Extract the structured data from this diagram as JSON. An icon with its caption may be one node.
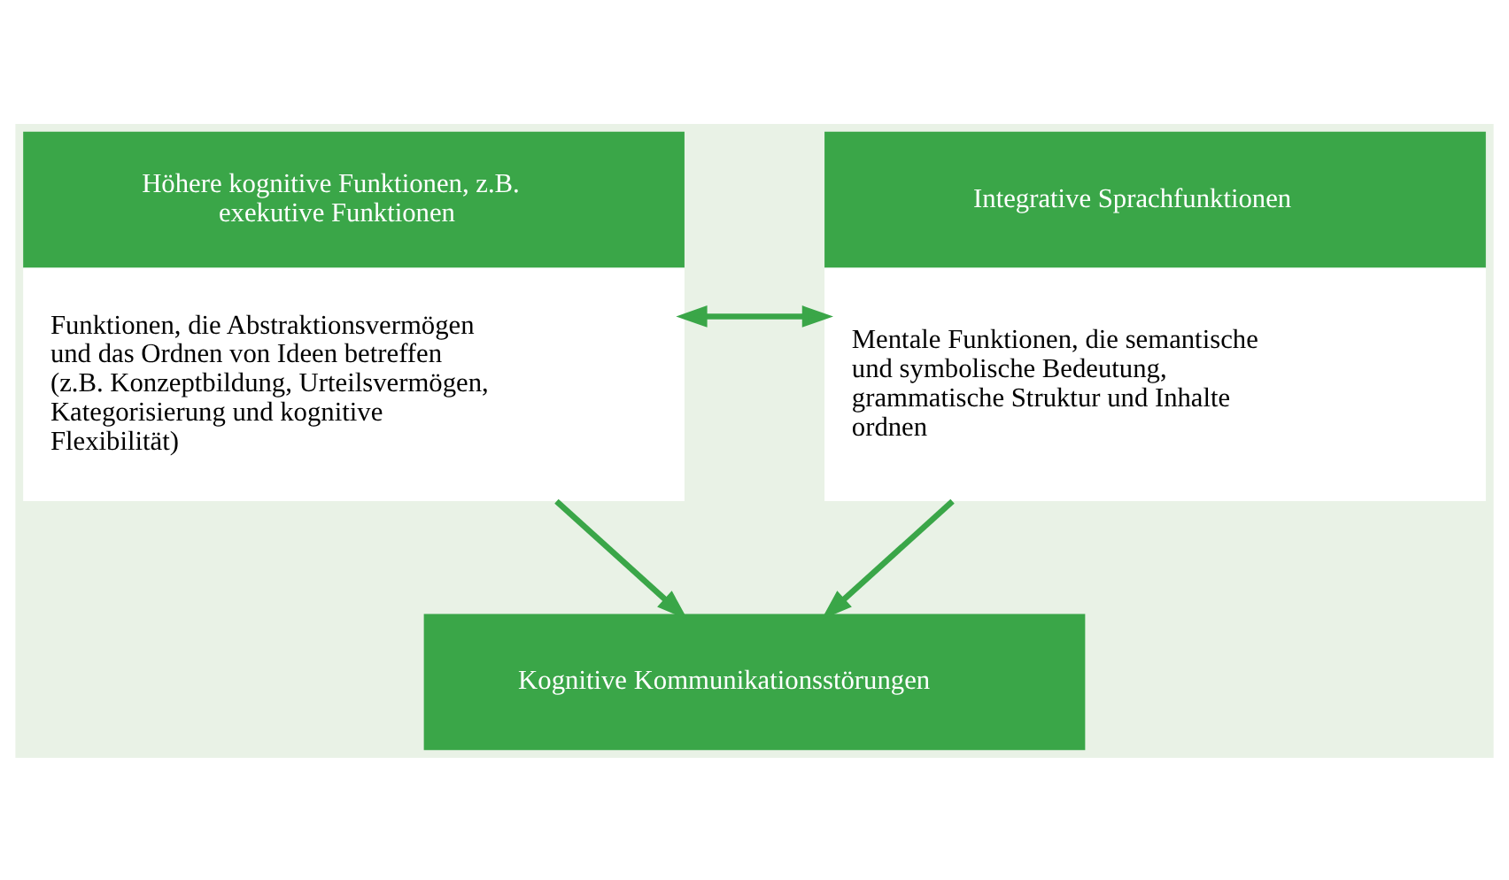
{
  "diagram": {
    "nodes": [
      {
        "text": [
          "Höhere kognitive Funktionen, z.B. exekutive Funktionen",
          "Funktionen, die Abstraktionsvermögen und das Ordnen von Ideen betreffen (z.B. Konzeptbildung, Urteilsvermögen, Kategorisierung und kognitive Flexibilität)"
        ]
      },
      {
        "text": [
          "Integrative Sprachfunktionen",
          "Mentale Funktionen, die semantische und symbolische Bedeutung, grammatische Struktur und Inhalte ordnen"
        ]
      },
      {
        "text": [
          "Kognitive Kommunikationsstörungen"
        ]
      }
    ],
    "edges": [
      {
        "from": 0,
        "to": 1,
        "arrow": "both"
      },
      {
        "from": 0,
        "to": 2,
        "arrow": "to"
      },
      {
        "from": 1,
        "to": 2,
        "arrow": "to"
      }
    ]
  }
}
